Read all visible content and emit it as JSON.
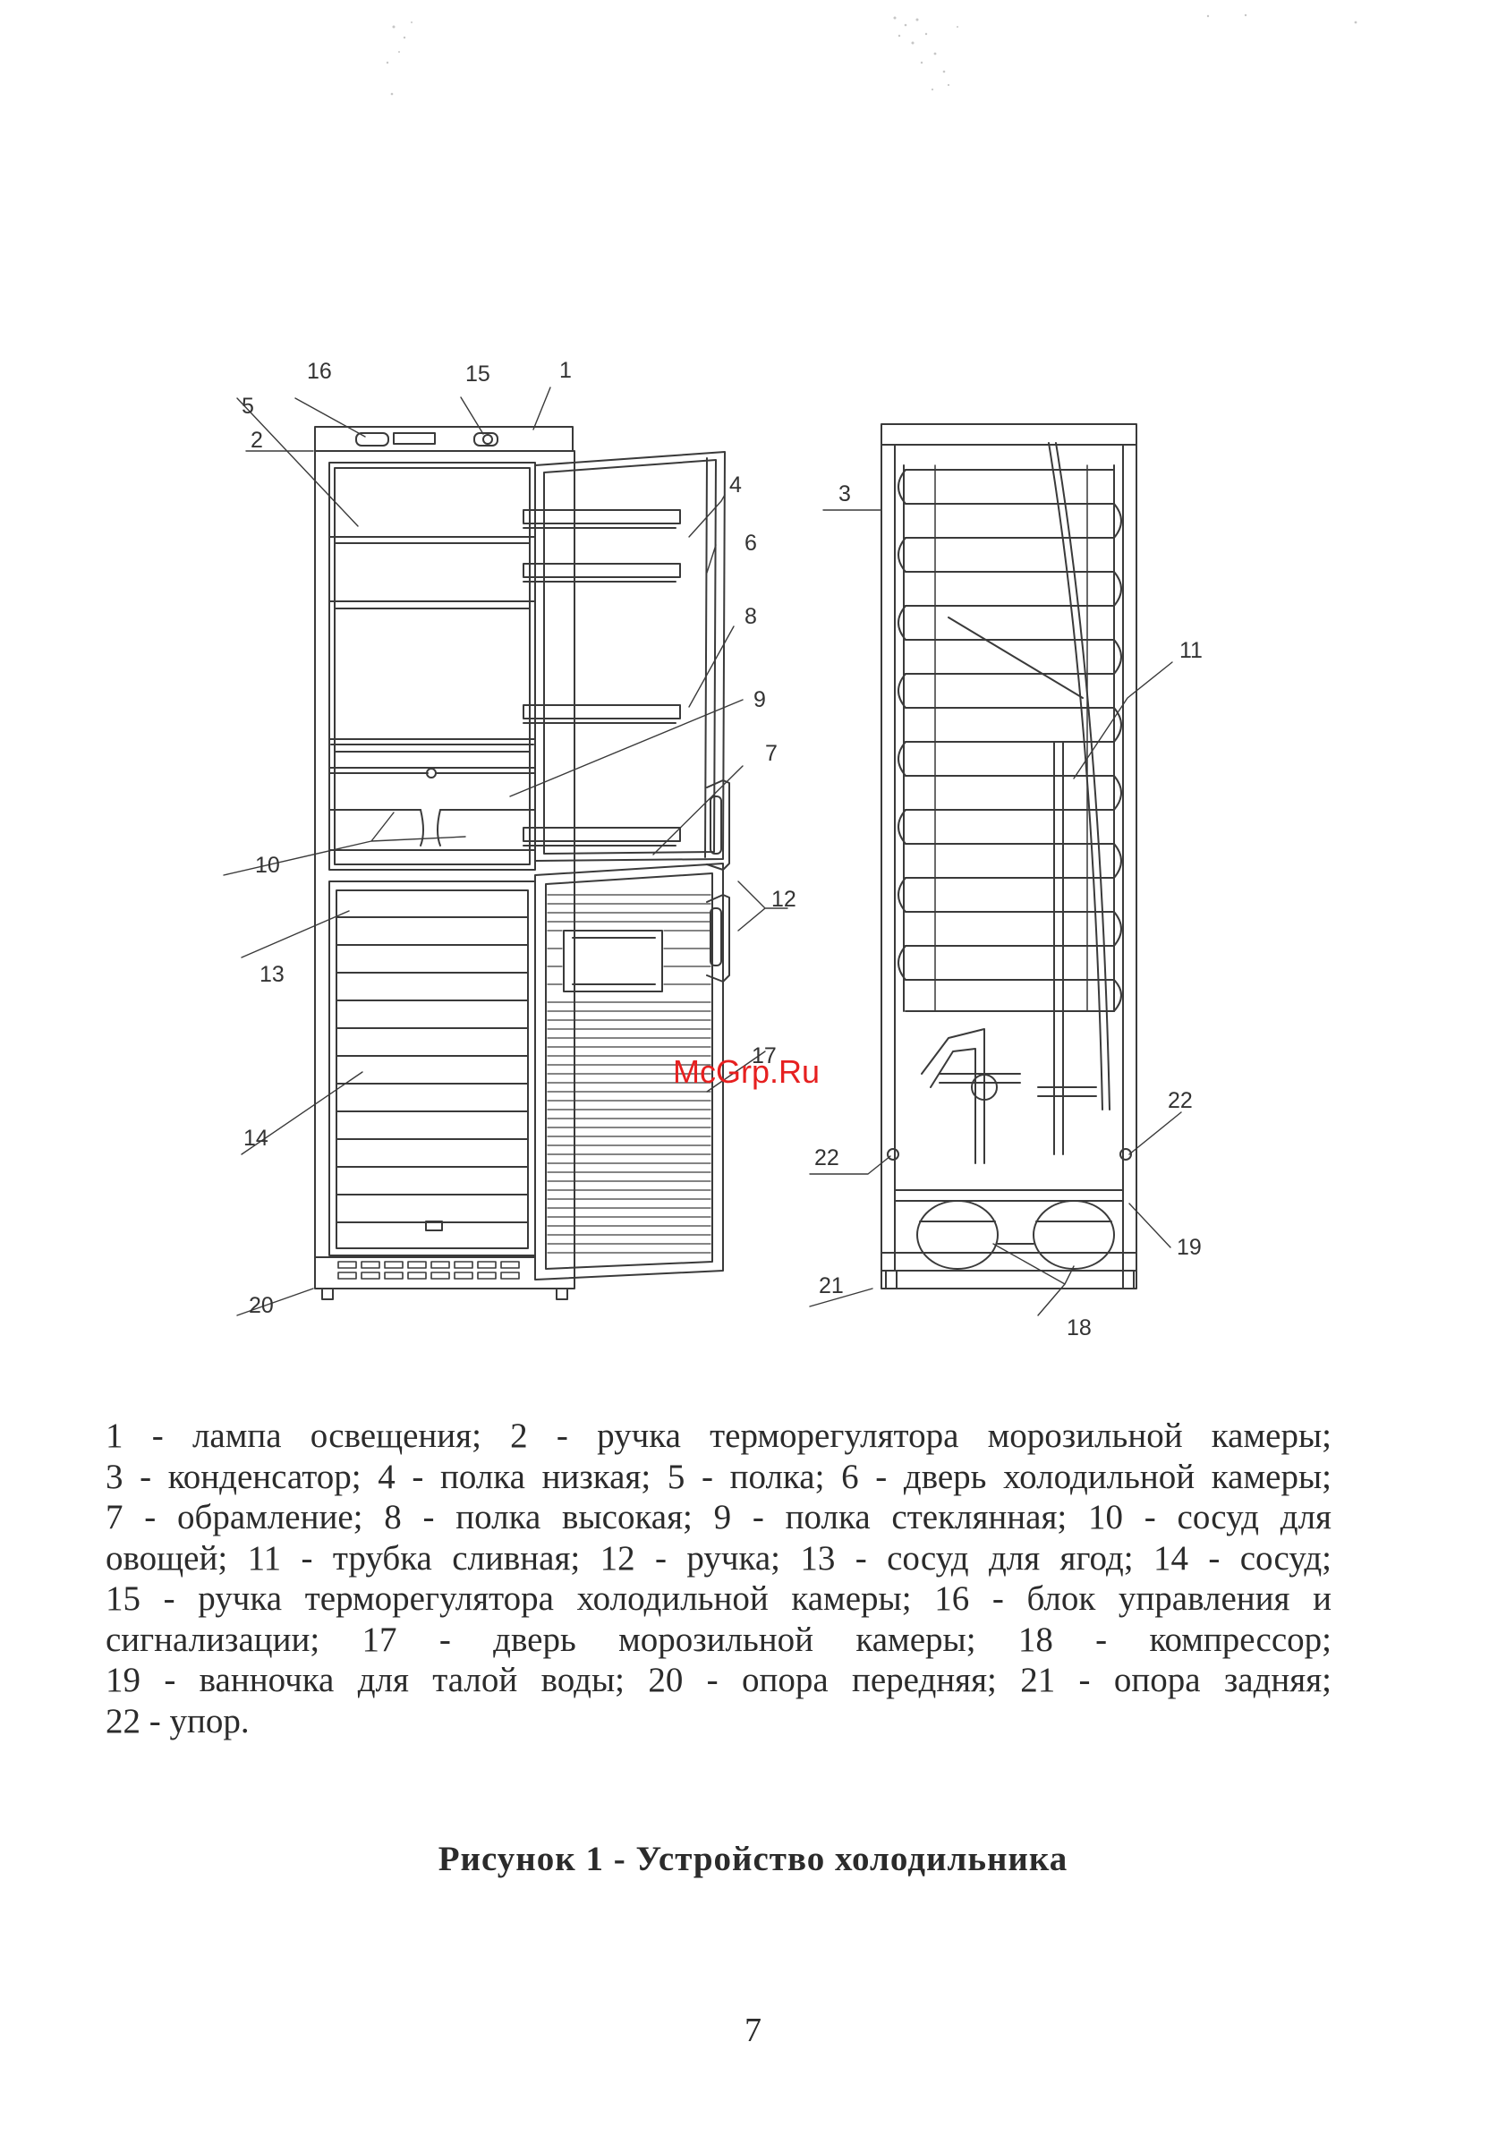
{
  "diagram": {
    "callouts": [
      "16",
      "15",
      "1",
      "2",
      "5",
      "4",
      "6",
      "8",
      "9",
      "7",
      "10",
      "12",
      "13",
      "17",
      "14",
      "20",
      "3",
      "11",
      "22",
      "22",
      "19",
      "21",
      "18"
    ],
    "watermark": "McGrp.Ru"
  },
  "legend": {
    "lines": [
      "1 - лампа освещения; 2 - ручка терморегулятора морозильной  камеры;",
      "3 - конденсатор; 4 - полка низкая; 5 - полка; 6 - дверь холодильной камеры;",
      "7 - обрамление; 8 - полка высокая; 9 - полка стеклянная; 10 - сосуд для",
      "овощей; 11 - трубка сливная;  12 - ручка; 13 - сосуд для ягод; 14 - сосуд;",
      "15 - ручка терморегулятора холодильной камеры; 16 - блок управления и",
      "сигнализации; 17 - дверь морозильной камеры; 18 - компрессор;",
      "19 - ванночка для талой воды; 20 - опора передняя; 21 - опора задняя;",
      "22 - упор."
    ]
  },
  "figure_title": "Рисунок 1 - Устройство холодильника",
  "page_number": "7"
}
